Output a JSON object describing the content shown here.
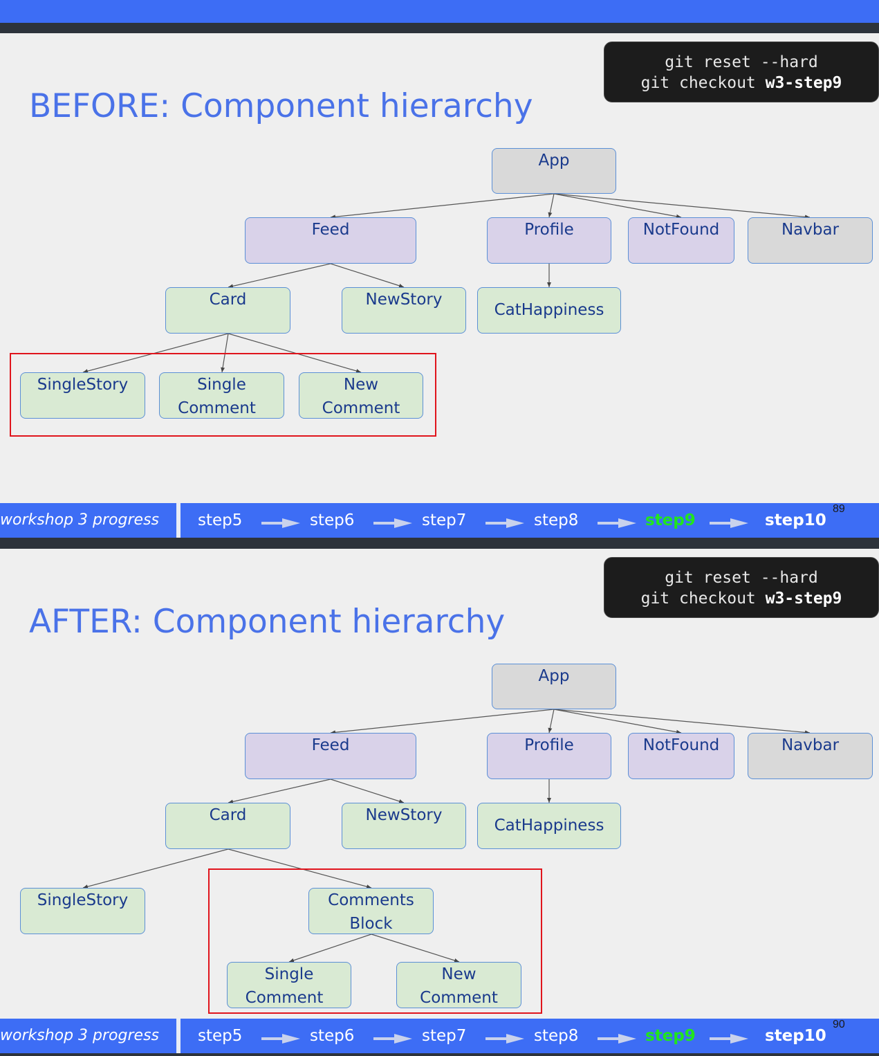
{
  "command": {
    "line1": "git reset --hard",
    "line2_prefix": "git checkout ",
    "line2_branch": "w3-step9"
  },
  "slides": [
    {
      "title": "BEFORE: Component hierarchy",
      "page_number": "89",
      "nodes": {
        "app": "App",
        "feed": "Feed",
        "profile": "Profile",
        "notfound": "NotFound",
        "navbar": "Navbar",
        "card": "Card",
        "newstory": "NewStory",
        "cathappiness": "CatHappiness",
        "singlestory": "SingleStory",
        "singlecomment_1": "Single",
        "singlecomment_2": "Comment",
        "newcomment_1": "New",
        "newcomment_2": "Comment"
      }
    },
    {
      "title": "AFTER: Component hierarchy",
      "page_number": "90",
      "nodes": {
        "app": "App",
        "feed": "Feed",
        "profile": "Profile",
        "notfound": "NotFound",
        "navbar": "Navbar",
        "card": "Card",
        "newstory": "NewStory",
        "cathappiness": "CatHappiness",
        "singlestory": "SingleStory",
        "commentsblock_1": "Comments",
        "commentsblock_2": "Block",
        "singlecomment_1": "Single",
        "singlecomment_2": "Comment",
        "newcomment_1": "New",
        "newcomment_2": "Comment"
      }
    }
  ],
  "footer": {
    "label": "workshop 3 progress",
    "steps": [
      "step5",
      "step6",
      "step7",
      "step8",
      "step9",
      "step10"
    ],
    "active_step": "step9"
  },
  "colors": {
    "accent_blue": "#3d6df5",
    "title_blue": "#4a72e8",
    "node_gray": "#d9d9d9",
    "node_purple": "#d9d2e9",
    "node_green": "#d9ead3",
    "highlight_red": "#e0141c",
    "active_step_green": "#21e51e"
  }
}
